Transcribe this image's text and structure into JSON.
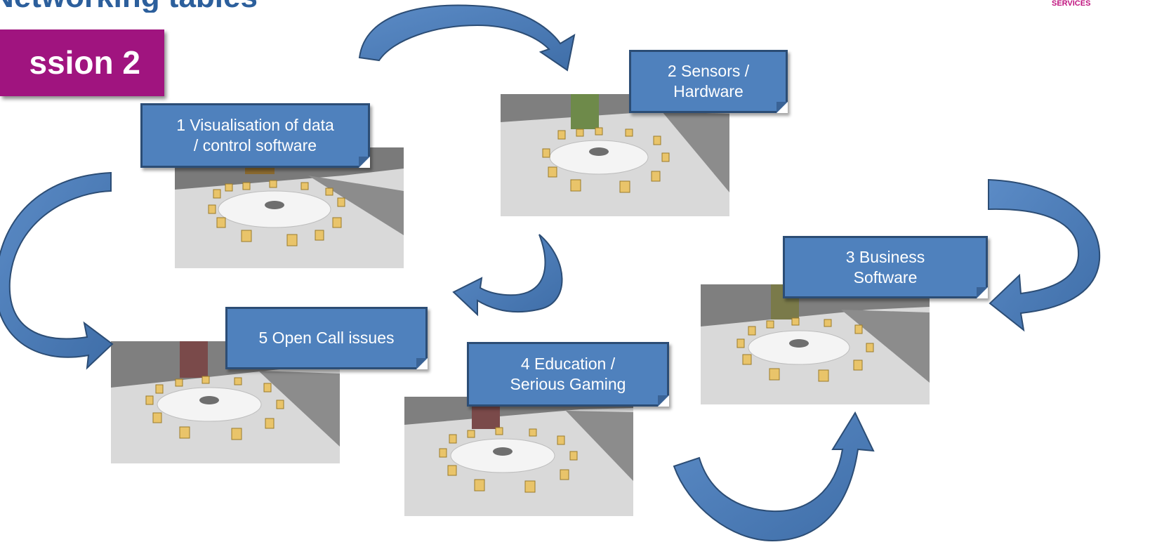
{
  "slide": {
    "title": "Networking tables",
    "logo_text": "SERVICES",
    "session_label": "ssion 2"
  },
  "topics": [
    {
      "id": "t1",
      "label": "1 Visualisation of data\n/ control software"
    },
    {
      "id": "t2",
      "label": "2 Sensors /\nHardware"
    },
    {
      "id": "t3",
      "label": "3 Business\nSoftware"
    },
    {
      "id": "t4",
      "label": "4 Education /\nSerious Gaming"
    },
    {
      "id": "t5",
      "label": "5 Open Call issues"
    }
  ],
  "colors": {
    "title": "#2c5f9c",
    "session_badge": "#a0147f",
    "note_fill": "#4f81bd",
    "note_border": "#2c4d75",
    "arrow_fill": "#4f81bd",
    "arrow_stroke": "#2c4d75"
  }
}
